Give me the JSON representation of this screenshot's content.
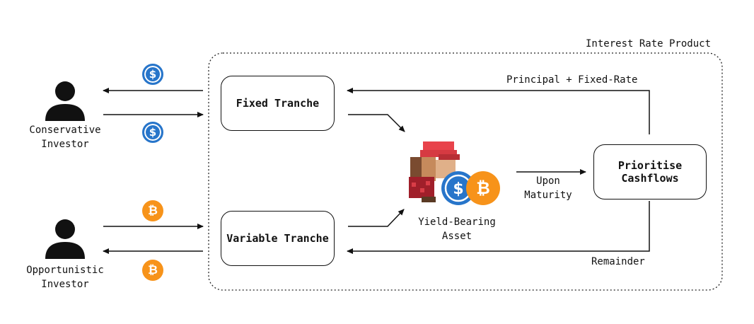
{
  "container": {
    "title": "Interest Rate Product"
  },
  "investors": {
    "conservative": {
      "name": "Conservative\nInvestor"
    },
    "opportunistic": {
      "name": "Opportunistic\nInvestor"
    }
  },
  "tranches": {
    "fixed": {
      "label": "Fixed Tranche"
    },
    "variable": {
      "label": "Variable Tranche"
    }
  },
  "asset": {
    "label": "Yield-Bearing\nAsset"
  },
  "prioritise": {
    "label": "Prioritise\nCashflows"
  },
  "flows": {
    "upon_maturity": "Upon\nMaturity",
    "principal_fixed": "Principal + Fixed-Rate",
    "remainder": "Remainder"
  },
  "coins": {
    "usdc_symbol": "$",
    "btc_symbol": "₿"
  },
  "colors": {
    "usdc": "#2775ca",
    "btc": "#f7931a"
  }
}
